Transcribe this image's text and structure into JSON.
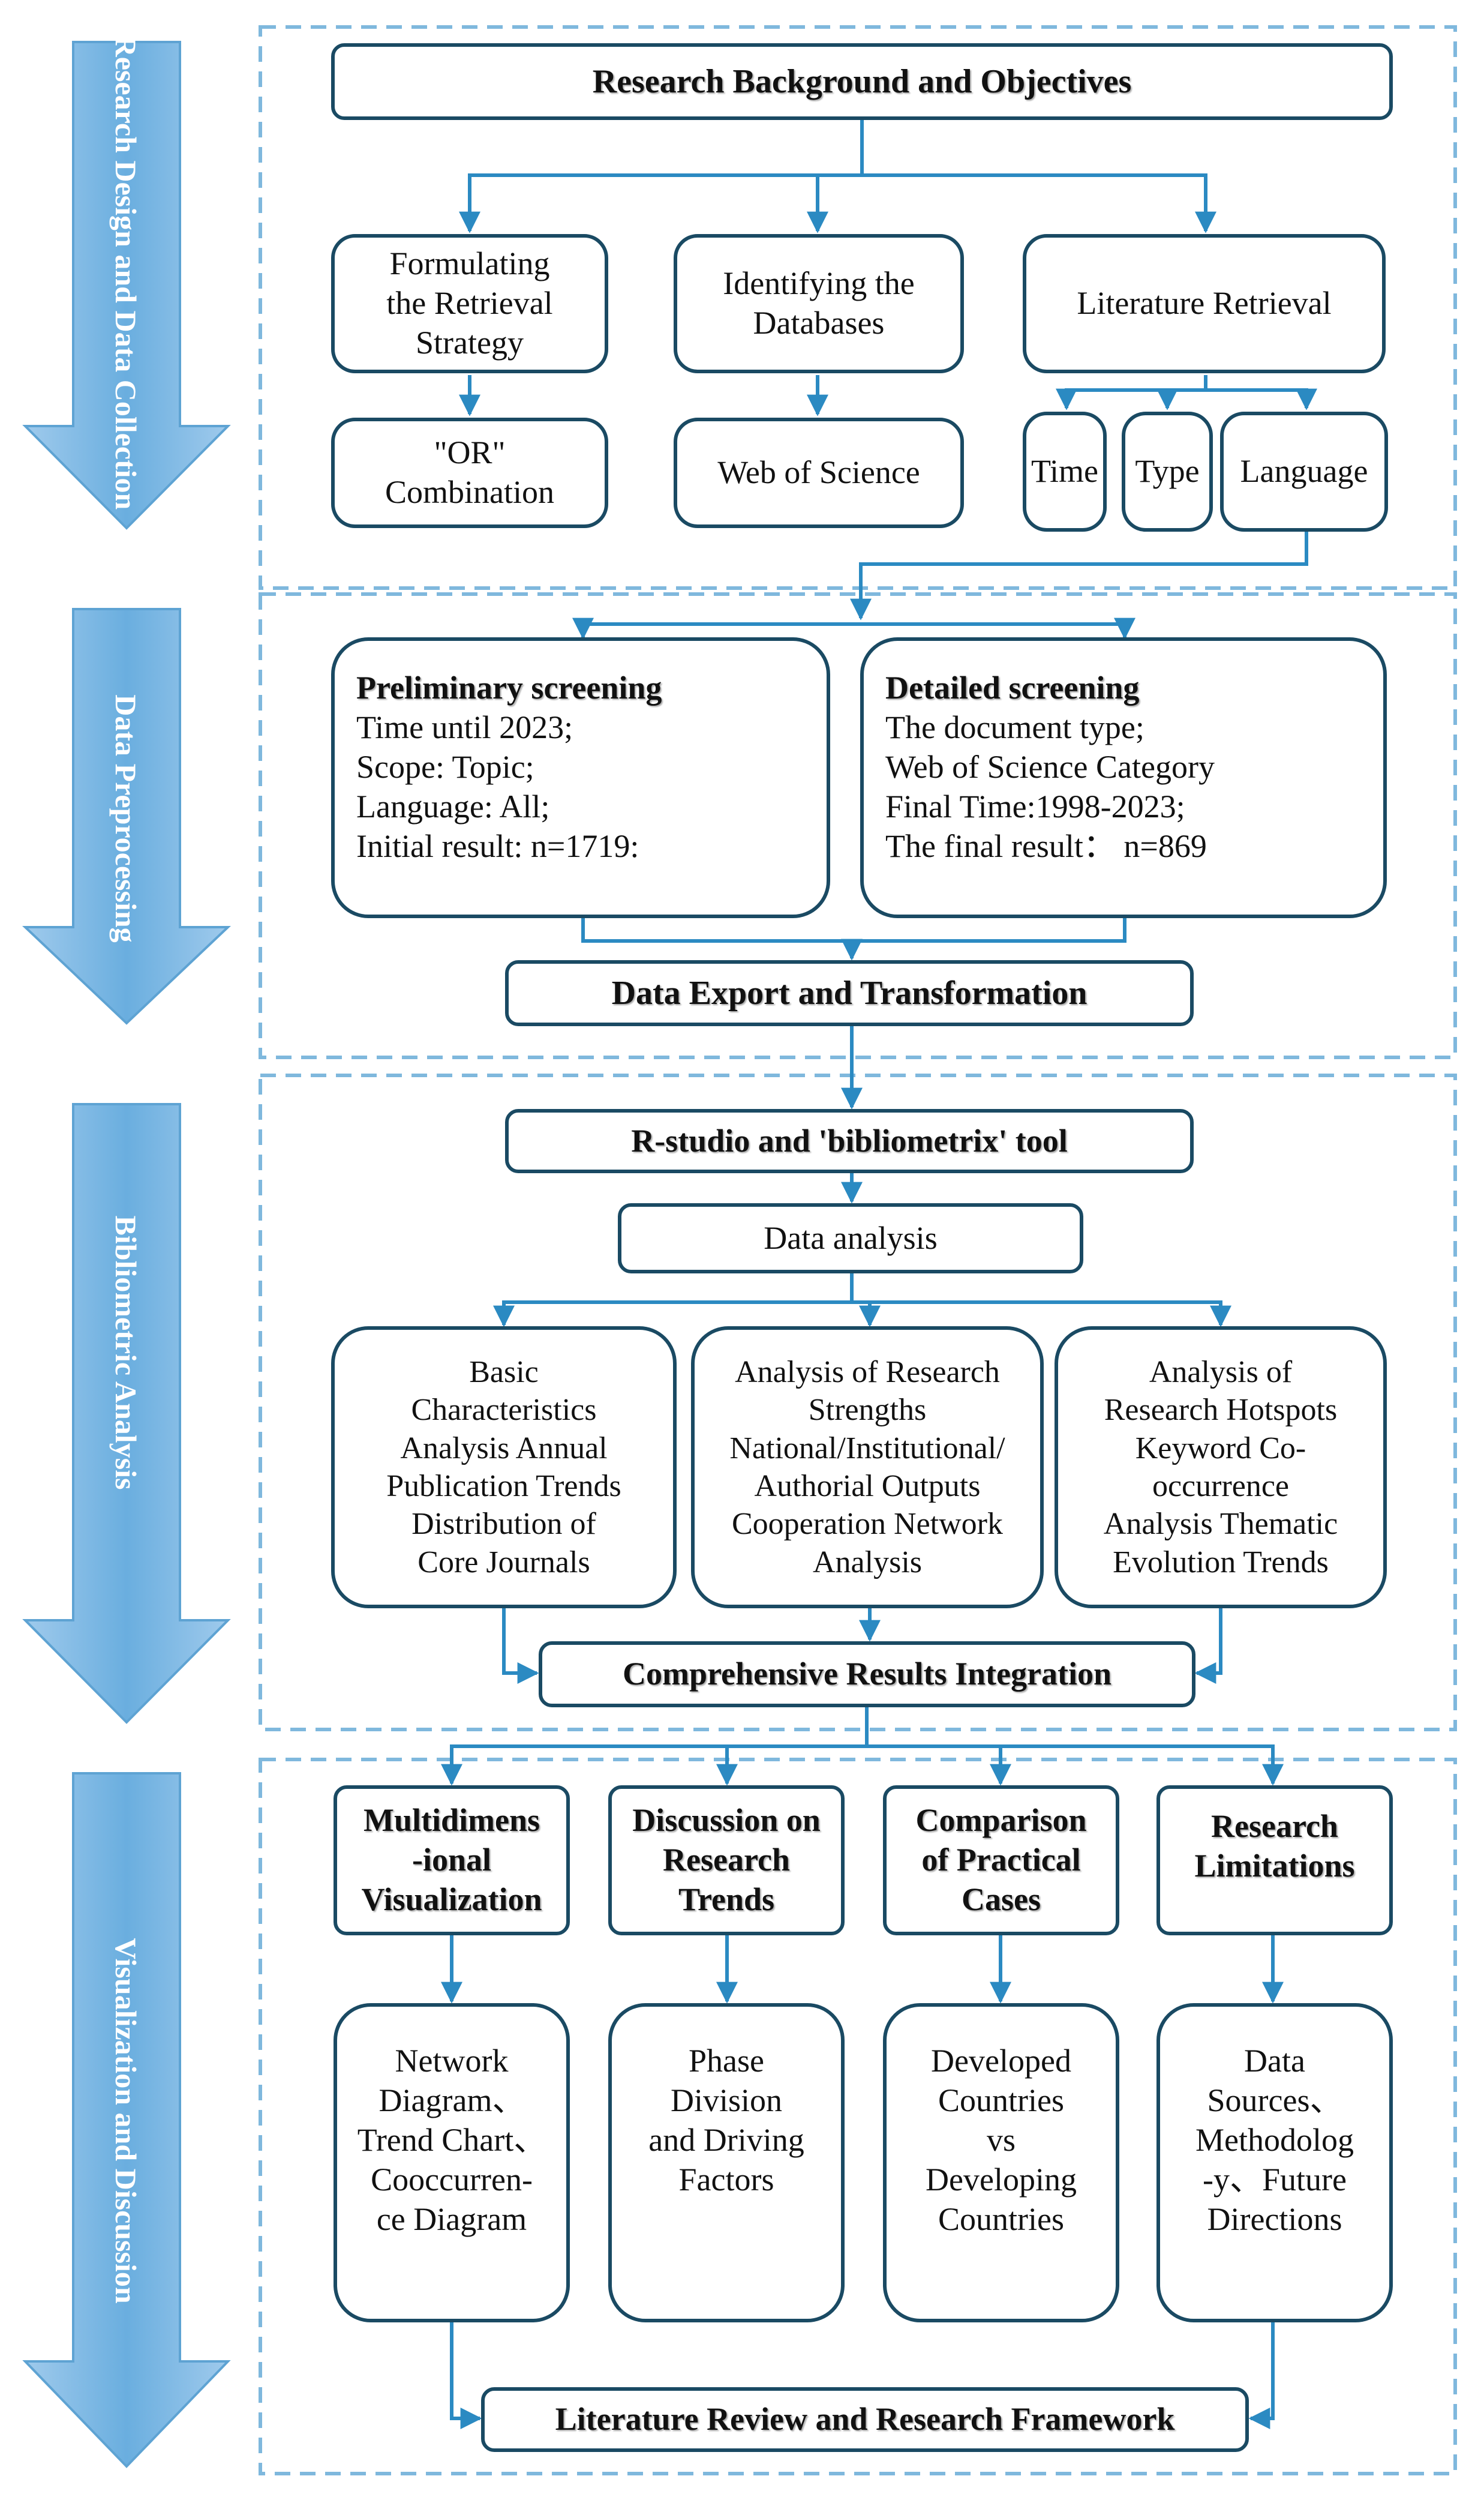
{
  "stages": [
    {
      "id": "s1",
      "label": "Research Design and Data Collection"
    },
    {
      "id": "s2",
      "label": "Data Preprocessing"
    },
    {
      "id": "s3",
      "label": "Bibliometric Analysis"
    },
    {
      "id": "s4",
      "label": "Visualization and Discussion"
    }
  ],
  "boxes": {
    "background": "Research Background and Objectives",
    "retrieval_strategy": [
      "Formulating",
      "the Retrieval",
      "Strategy"
    ],
    "databases": [
      "Identifying the",
      "Databases"
    ],
    "literature_retrieval": "Literature Retrieval",
    "or_combination": [
      "\"OR\"",
      "Combination"
    ],
    "web_of_science": "Web  of  Science",
    "time": "Time",
    "type": "Type",
    "language": "Language",
    "preliminary": {
      "title": "Preliminary screening",
      "lines": [
        "Time until  2023;",
        "Scope: Topic;",
        "Language: All;",
        "Initial   result: n=1719:"
      ]
    },
    "detailed": {
      "title": "Detailed  screening",
      "lines": [
        "The  document type;",
        "Web of Science Category",
        "Final Time:1998-2023;",
        "The  final  result： n=869"
      ]
    },
    "export": "Data Export and Transformation",
    "rstudio": "R-studio  and  'bibliometrix' tool",
    "data_analysis": "Data analysis",
    "basic": [
      "Basic",
      "Characteristics",
      "Analysis Annual",
      "Publication Trends",
      "Distribution of",
      "Core Journals"
    ],
    "strengths": [
      "Analysis of Research",
      "Strengths",
      "National/Institutional/",
      "Authorial Outputs",
      "Cooperation Network",
      "Analysis"
    ],
    "hotspots": [
      "Analysis of",
      "Research Hotspots",
      "Keyword Co-",
      "occurrence",
      "Analysis Thematic",
      "Evolution Trends"
    ],
    "integration": "Comprehensive Results Integration",
    "multidim": [
      "Multidimens",
      "-ional",
      "Visualization"
    ],
    "discussion": [
      "Discussion on",
      "Research",
      "Trends"
    ],
    "comparison": [
      "Comparison",
      "of Practical",
      "Cases"
    ],
    "limitations": [
      "Research",
      "Limitations"
    ],
    "network": [
      "Network",
      "Diagram、",
      "Trend Chart、",
      "Cooccurren-",
      "ce Diagram"
    ],
    "phase": [
      "Phase",
      "Division",
      "and Driving",
      "Factors"
    ],
    "developed": [
      "Developed",
      "Countries",
      "vs",
      "Developing",
      "Countries"
    ],
    "sources": [
      "Data",
      "Sources、",
      "Methodolog",
      "-y、Future",
      "Directions"
    ],
    "review": "Literature Review and Research Framework"
  },
  "colors": {
    "box_border": "#1a4a63",
    "connector": "#2b8ac2",
    "stage_frame": "#7fb8dd",
    "stage_arrow": "#7ab6e2",
    "stage_arrow_border": "#5ea3d3"
  }
}
